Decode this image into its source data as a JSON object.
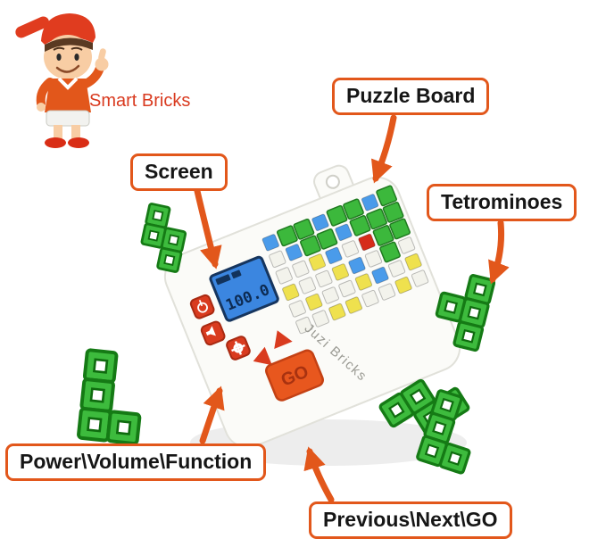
{
  "brand": {
    "name": "Smart Bricks"
  },
  "labels": {
    "screen": "Screen",
    "puzzle_board": "Puzzle Board",
    "tetrominoes": "Tetrominoes",
    "power_volume_function": "Power\\Volume\\Function",
    "previous_next_go": "Previous\\Next\\GO"
  },
  "device": {
    "name": "Juzi Bricks",
    "screen_value": "100.0",
    "go_label": "GO"
  },
  "board": {
    "rows": 6,
    "columns": 8,
    "pattern": [
      "BGGBGGBG",
      "WBGGBGGG",
      "WWYBWRGG",
      "YWWYBWGW",
      "WYWWYBWY",
      "WWYYWWYW"
    ],
    "colors": {
      "W": "#f3f3ec",
      "Y": "#efe14e",
      "B": "#4a9bea",
      "R": "#d62c1a",
      "G": "#3cb83c"
    }
  },
  "colors": {
    "accent_orange": "#e2571b",
    "brick_green": "#3cb83c",
    "lcd_blue": "#3b86e0",
    "button_red": "#d93b1f",
    "go_orange": "#e8571e"
  }
}
